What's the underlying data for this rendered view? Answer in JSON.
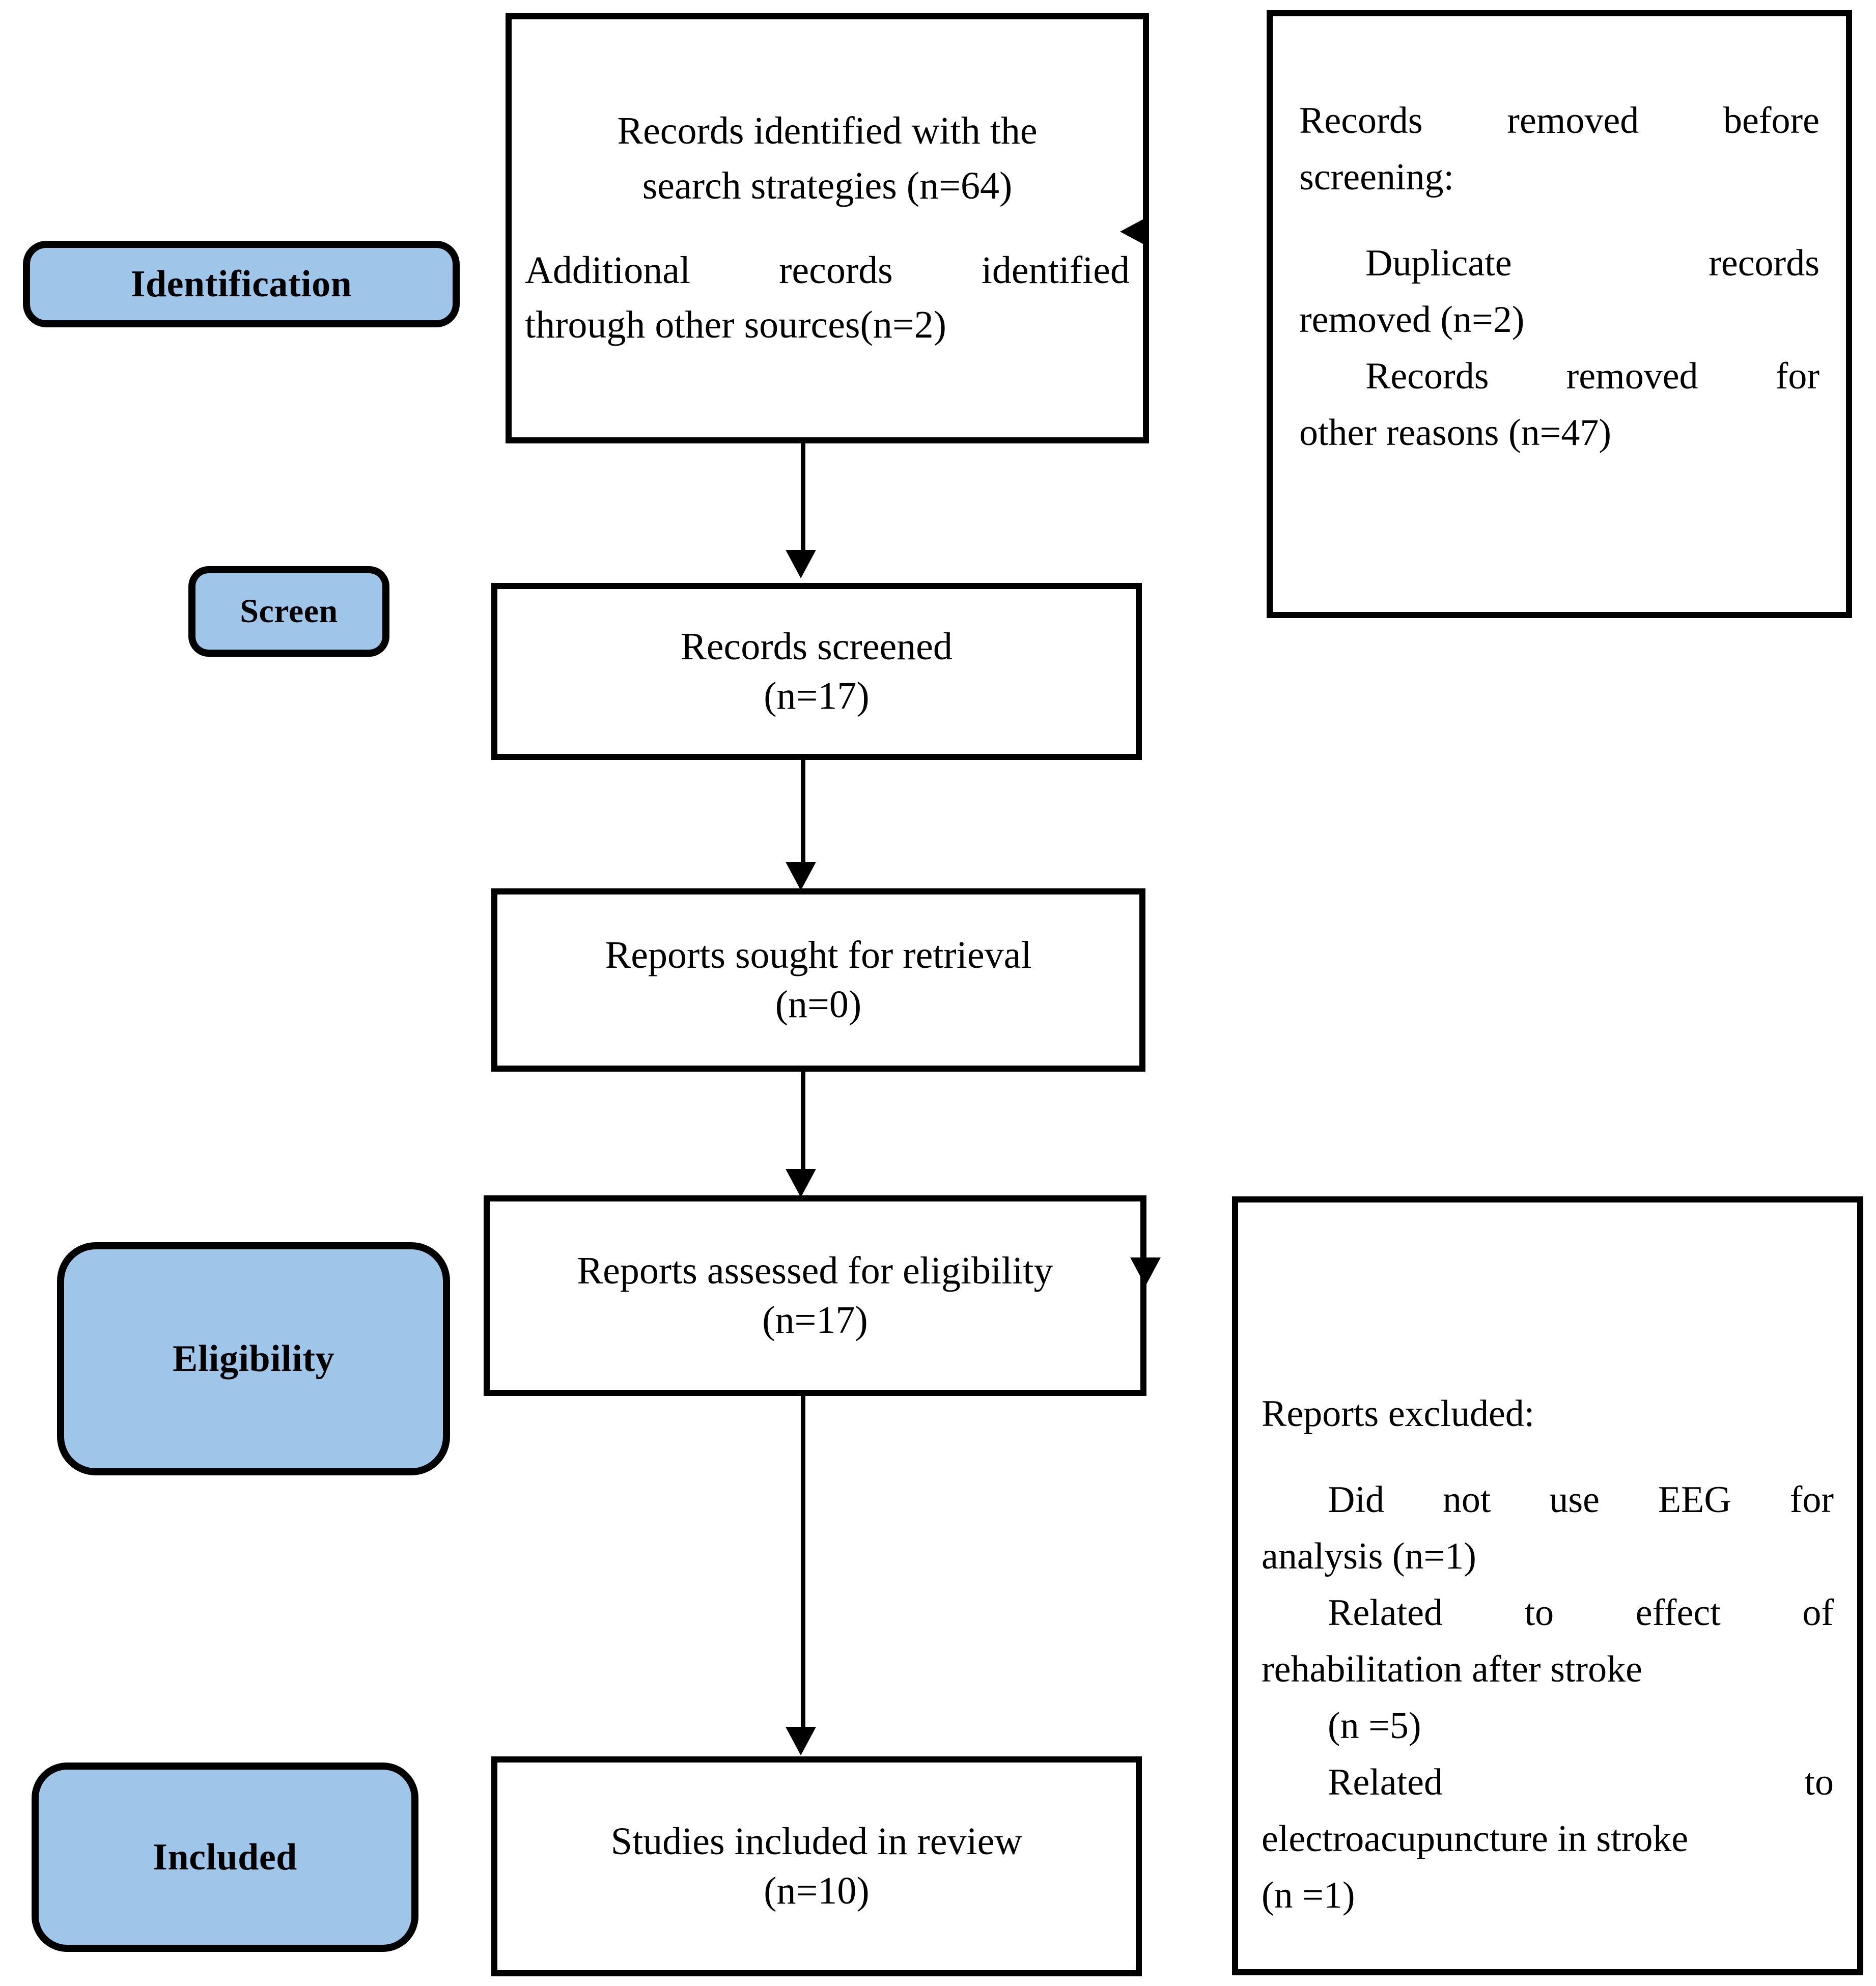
{
  "diagram": {
    "title": "PRISMA study selection flow diagram",
    "accent_color": "#9FC5E8",
    "line_color": "#000000",
    "background_color": "#FFFFFF"
  },
  "phases": {
    "identification": "Identification",
    "screen": "Screen",
    "eligibility": "Eligibility",
    "included": "Included"
  },
  "boxes": {
    "identified": {
      "line1": "Records identified with the",
      "line2": "search strategies (n=64)",
      "line3": "Additional records identified",
      "line4": "through other sources(n=2)"
    },
    "removed_before_screening": {
      "heading_line1": "Records removed before",
      "heading_line2": "screening:",
      "item1_line1": "Duplicate records",
      "item1_line2": "removed (n=2)",
      "item2_line1": "Records removed for",
      "item2_line2": "other reasons (n=47)"
    },
    "screened": {
      "line1": "Records screened",
      "line2": "(n=17)"
    },
    "sought": {
      "line1": "Reports sought for retrieval",
      "line2": "(n=0)"
    },
    "assessed": {
      "line1": "Reports assessed for eligibility",
      "line2": "(n=17)"
    },
    "excluded": {
      "heading": "Reports excluded:",
      "item1_line1": "Did not use EEG for",
      "item1_line2": "analysis (n=1)",
      "item2_line1": "Related to effect of",
      "item2_line2": "rehabilitation after stroke",
      "item2_line3": "(n =5)",
      "item3_line1": "Related to",
      "item3_line2": "electroacupuncture in stroke",
      "item3_line3": "(n =1)"
    },
    "included": {
      "line1": "Studies included in review",
      "line2": "(n=10)"
    }
  }
}
